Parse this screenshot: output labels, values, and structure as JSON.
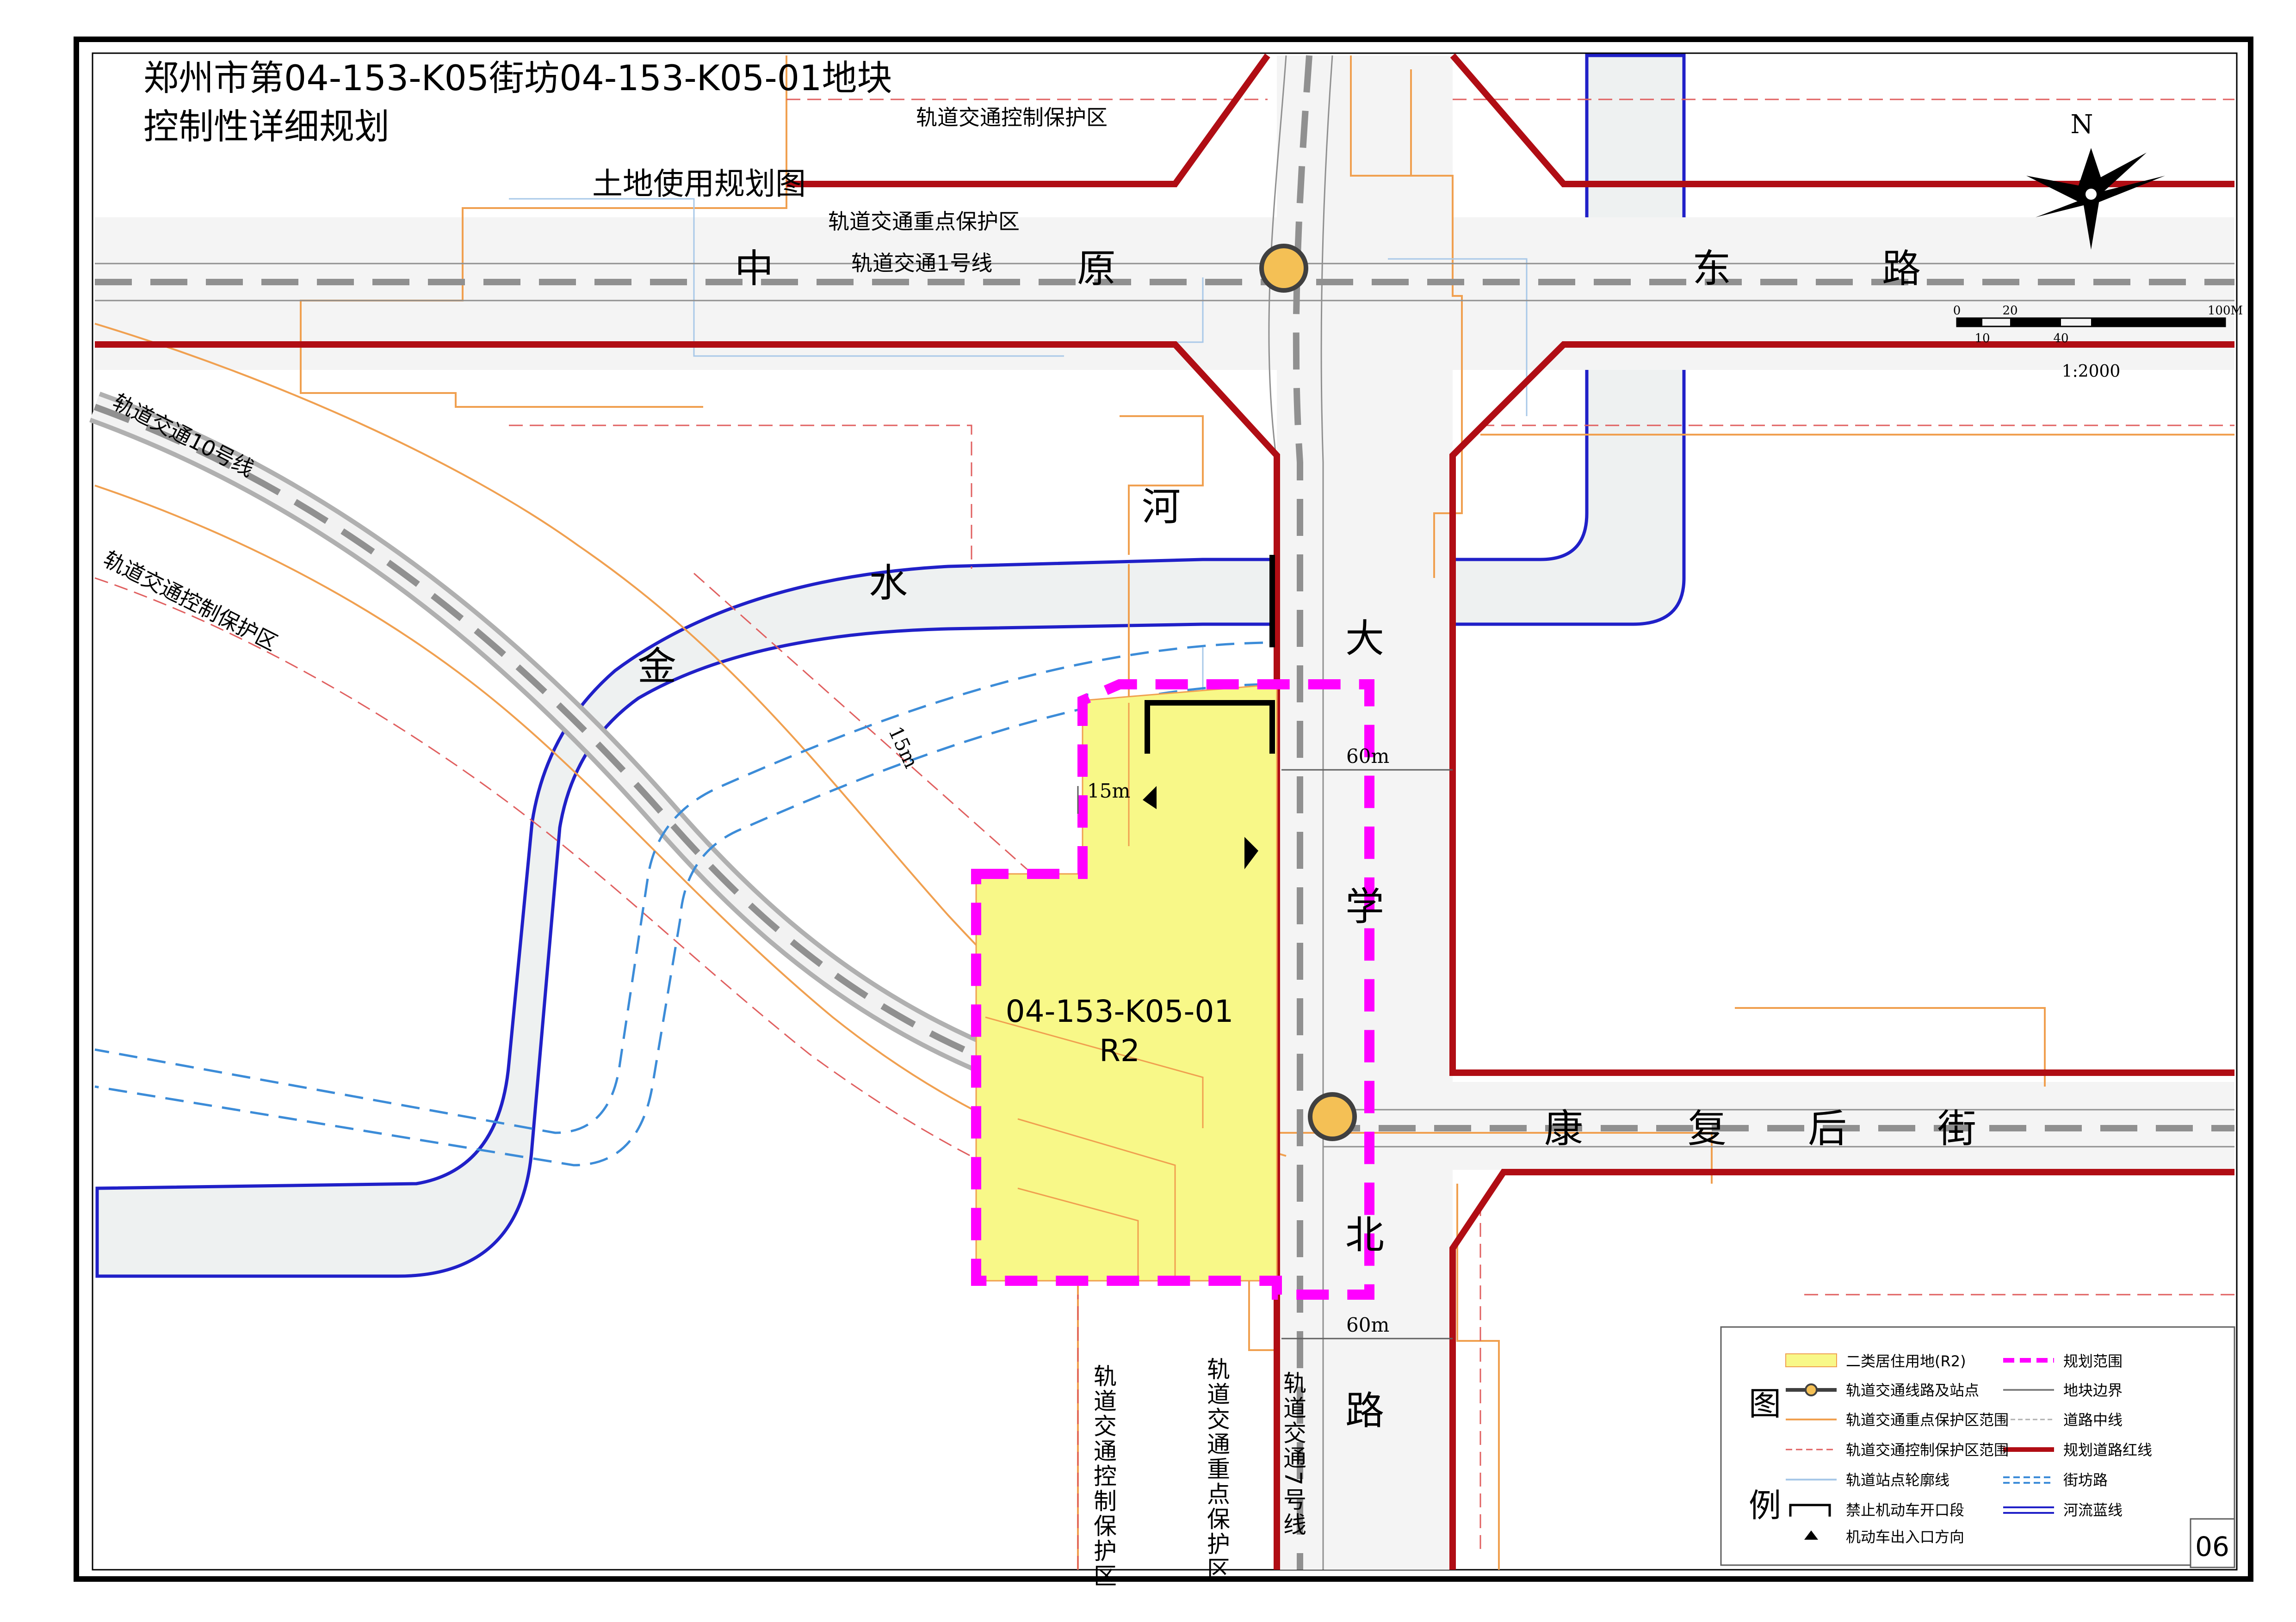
{
  "title_line1": "郑州市第04-153-K05街坊04-153-K05-01地块",
  "title_line2": "控制性详细规划",
  "map_name": "土地使用规划图",
  "north": "N",
  "scale": {
    "ticks_top": [
      "0",
      "20",
      "100M"
    ],
    "ticks_bottom": [
      "10",
      "40"
    ],
    "ratio": "1:2000"
  },
  "roads": {
    "zhongyuan": [
      "中",
      "原",
      "东",
      "路"
    ],
    "kangfu": [
      "康",
      "复",
      "后",
      "街"
    ],
    "daxue": [
      "大",
      "学",
      "北",
      "路"
    ],
    "river": [
      "金",
      "水",
      "河"
    ]
  },
  "labels": {
    "ctrl_zone_top": "轨道交通控制保护区",
    "key_zone_top": "轨道交通重点保护区",
    "line1": "轨道交通1号线",
    "line10": "轨道交通10号线",
    "ctrl_zone_left": "轨道交通控制保护区",
    "dim_15a": "15m",
    "dim_15b": "15m",
    "dim_60a": "60m",
    "dim_60b": "60m",
    "v_ctrl": "轨道交通控制保护区",
    "v_key": "轨道交通重点保护区",
    "v_line7": "轨道交通7号线"
  },
  "parcel": {
    "id": "04-153-K05-01",
    "code": "R2"
  },
  "legend": {
    "title_a": "图",
    "title_b": "例",
    "items": [
      "二类居住用地(R2)",
      "规划范围",
      "轨道交通线路及站点",
      "地块边界",
      "轨道交通重点保护区范围",
      "道路中线",
      "轨道交通控制保护区范围",
      "规划道路红线",
      "轨道站点轮廓线",
      "街坊路",
      "禁止机动车开口段",
      "河流蓝线",
      "机动车出入口方向"
    ]
  },
  "sheet": "06",
  "colors": {
    "road_red": "#b00d14",
    "river_blue": "#2020c8",
    "rail_gray": "#909090",
    "parcel_yellow": "#f8f888",
    "boundary_magenta": "#ff00ff",
    "orange_line": "#f0a050",
    "street_blue": "#3c8cd8",
    "station": "#f4c055"
  }
}
